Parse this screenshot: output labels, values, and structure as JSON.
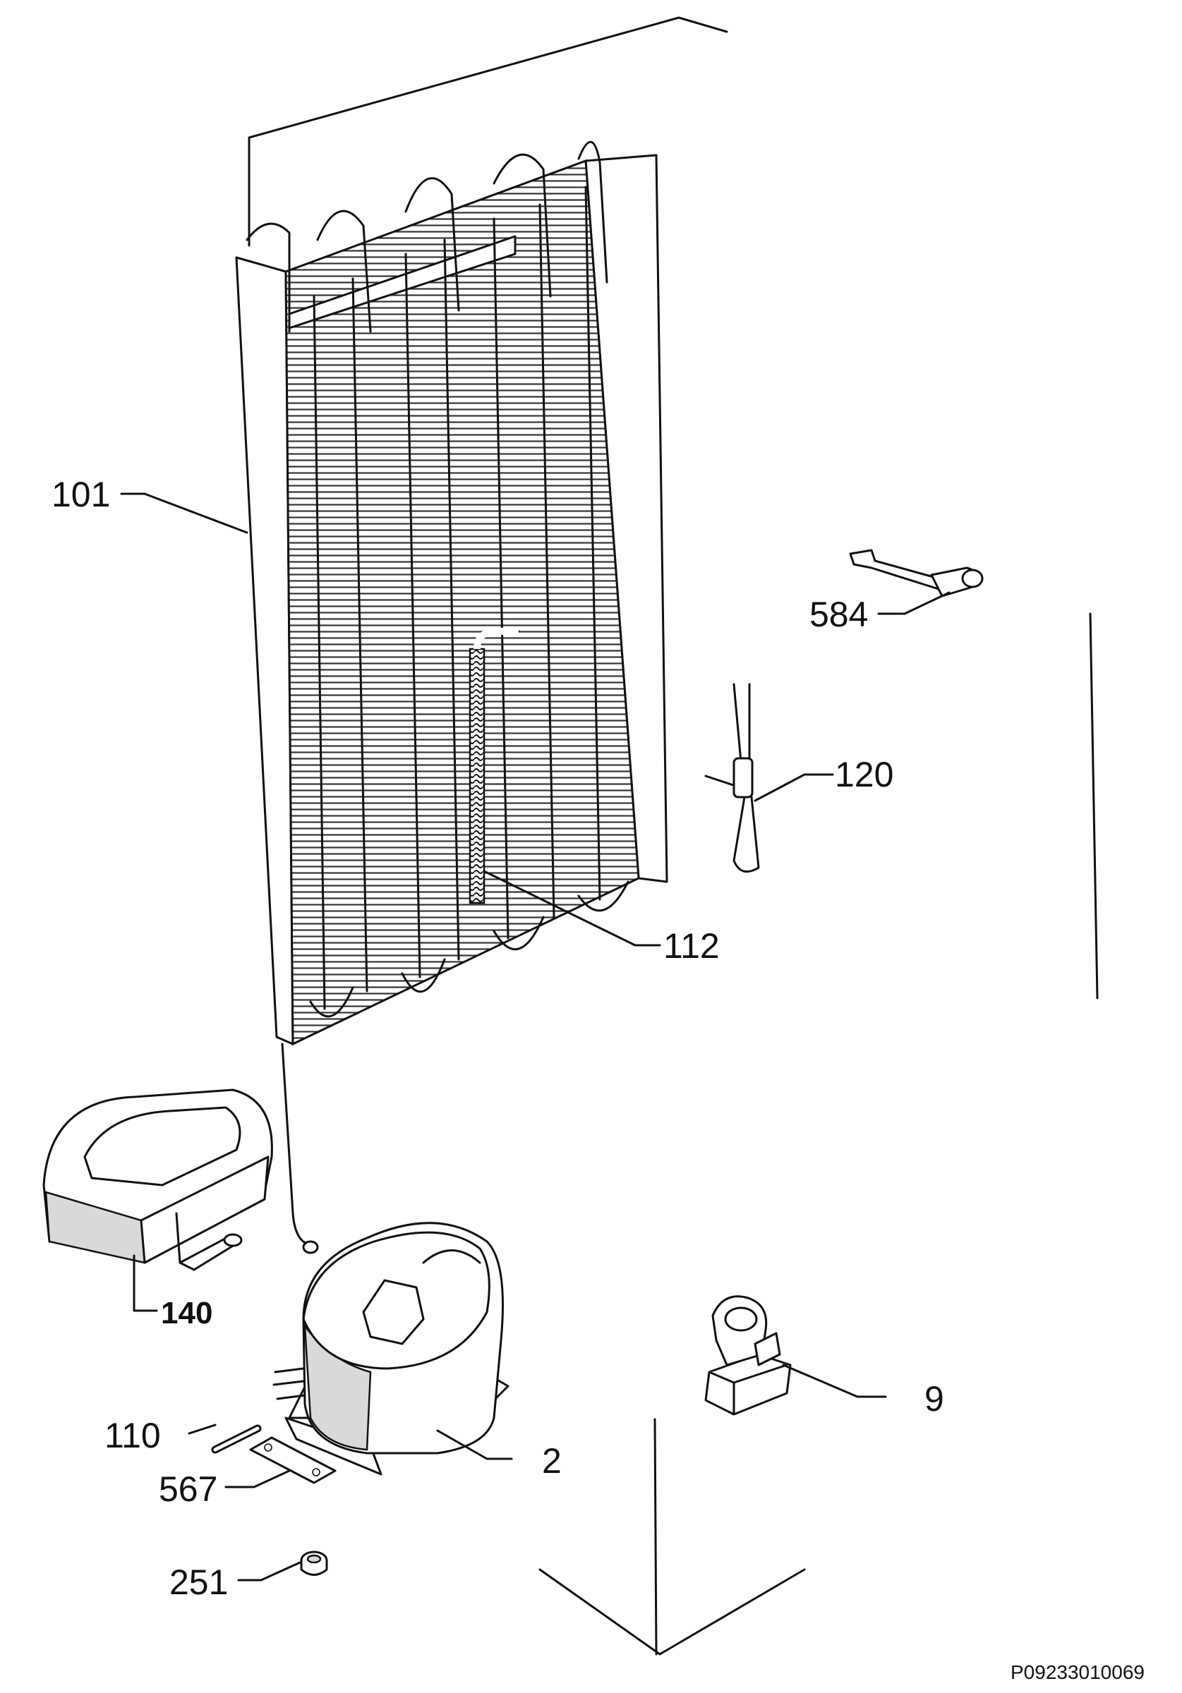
{
  "diagram": {
    "labels": [
      "101",
      "584",
      "120",
      "112",
      "140",
      "9",
      "110",
      "2",
      "567",
      "251"
    ],
    "drawing_code": "P09233010069"
  },
  "colors": {
    "ink": "#111111",
    "background": "#ffffff",
    "shade": "#d9d9d9"
  }
}
